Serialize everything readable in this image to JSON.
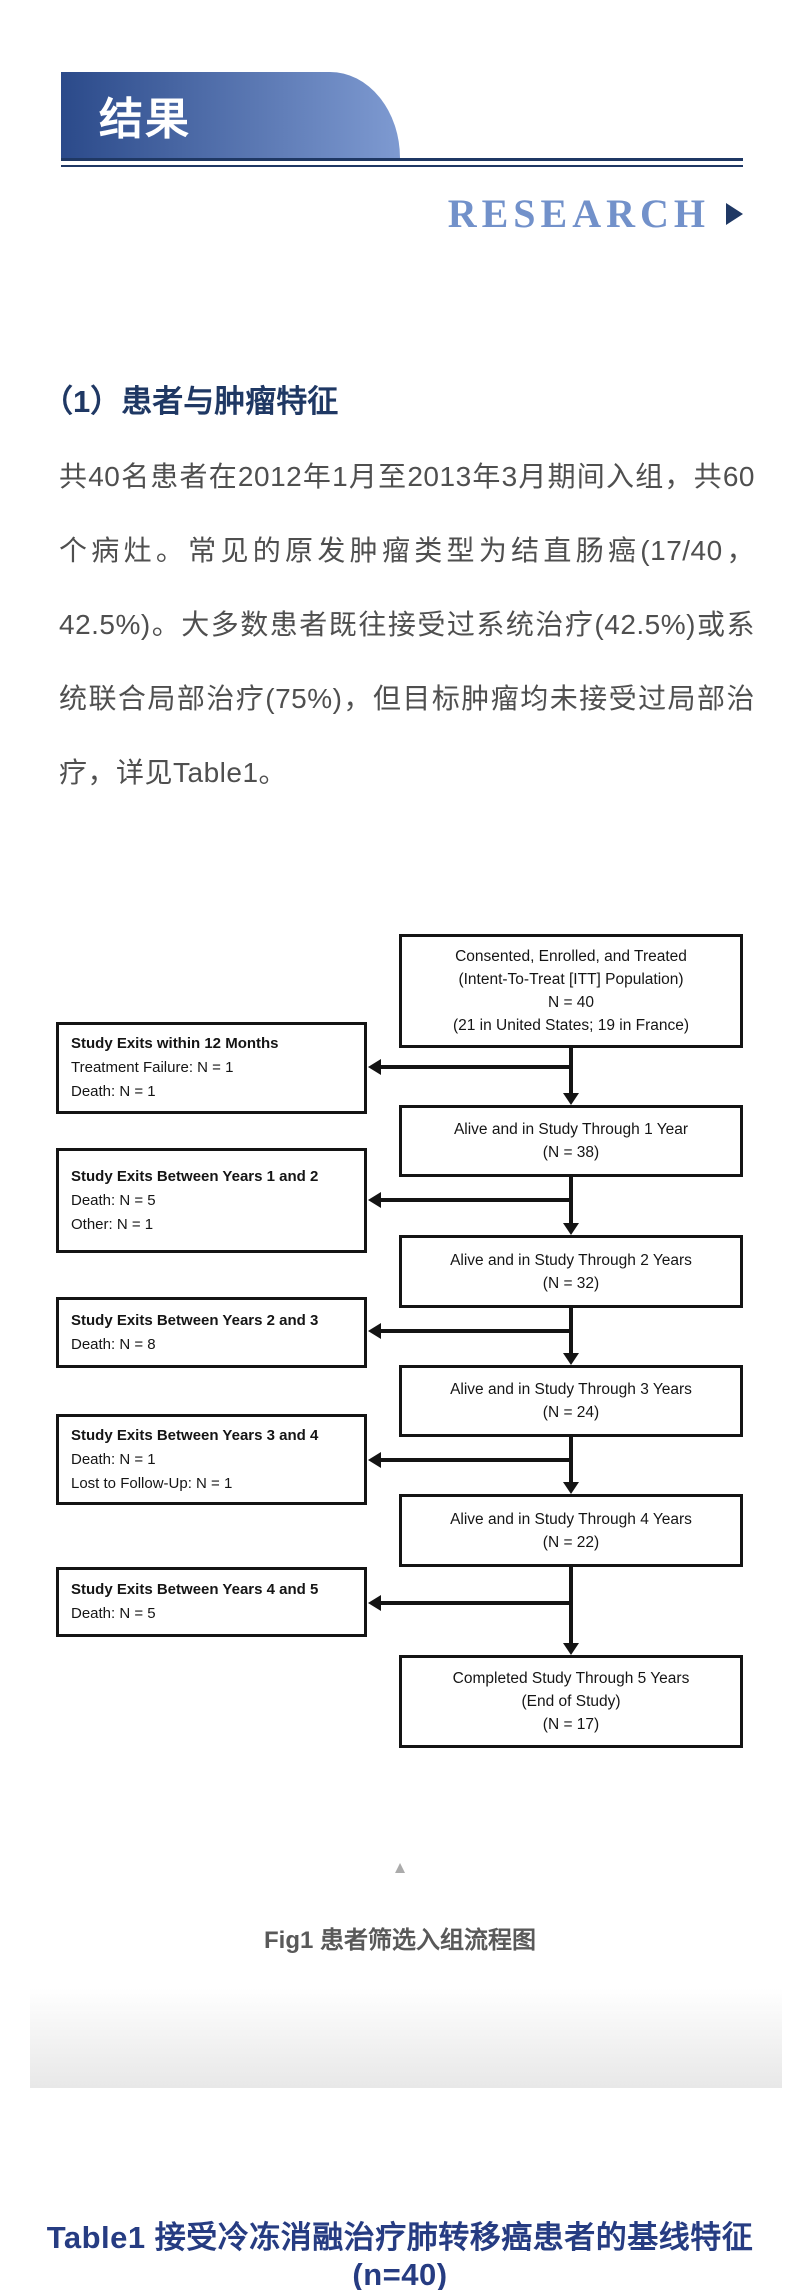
{
  "banner": {
    "title": "结果"
  },
  "research": {
    "label": "RESEARCH"
  },
  "section": {
    "heading": "（1）患者与肿瘤特征",
    "paragraph": "共40名患者在2012年1月至2013年3月期间入组，共60个病灶。常见的原发肿瘤类型为结直肠癌(17/40，42.5%)。大多数患者既往接受过系统治疗(42.5%)或系统联合局部治疗(75%)，但目标肿瘤均未接受过局部治疗，详见Table1。"
  },
  "flowchart": {
    "main_boxes": [
      {
        "lines": [
          "Consented, Enrolled, and Treated",
          "(Intent-To-Treat [ITT] Population)",
          "N = 40",
          "(21 in United States; 19 in France)"
        ]
      },
      {
        "lines": [
          "Alive and in Study Through 1 Year",
          "(N = 38)"
        ]
      },
      {
        "lines": [
          "Alive and in Study Through 2 Years",
          "(N = 32)"
        ]
      },
      {
        "lines": [
          "Alive and in Study Through 3 Years",
          "(N = 24)"
        ]
      },
      {
        "lines": [
          "Alive and in Study Through 4 Years",
          "(N = 22)"
        ]
      },
      {
        "lines": [
          "Completed Study Through 5 Years",
          "(End of Study)",
          "(N = 17)"
        ]
      }
    ],
    "exit_boxes": [
      {
        "title": "Study Exits within 12 Months",
        "lines": [
          "Treatment Failure: N = 1",
          "Death: N = 1"
        ]
      },
      {
        "title": "Study Exits Between Years 1 and 2",
        "lines": [
          "Death: N = 5",
          "Other: N = 1"
        ]
      },
      {
        "title": "Study Exits Between Years 2 and 3",
        "lines": [
          "Death: N = 8"
        ]
      },
      {
        "title": "Study Exits Between Years 3 and 4",
        "lines": [
          "Death: N = 1",
          "Lost to Follow-Up: N = 1"
        ]
      },
      {
        "title": "Study Exits Between Years 4 and 5",
        "lines": [
          "Death: N = 5"
        ]
      }
    ]
  },
  "figure": {
    "collapse_icon": "▲",
    "caption": "Fig1 患者筛选入组流程图"
  },
  "table_banner": {
    "title": "Table1 接受冷冻消融治疗肺转移癌患者的基线特征(n=40)"
  },
  "colors": {
    "navy": "#1f3864",
    "banner-start": "#2b4a8a",
    "banner-end": "#7e9ad1",
    "research-blue": "#7291ca",
    "body-gray": "#4f4f4f",
    "caption-gray": "#595959",
    "table-navy": "#263c82",
    "line-black": "#141414",
    "band-gray": "#e8e8e8",
    "triangle-gray": "#ababab"
  }
}
